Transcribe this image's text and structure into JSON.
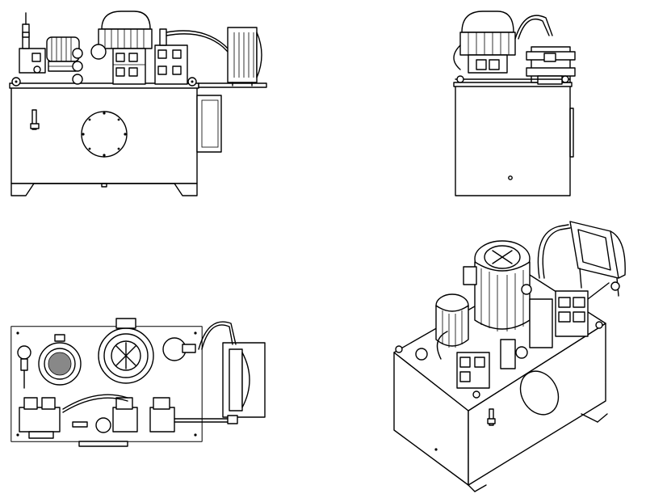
{
  "drawing": {
    "views": [
      {
        "id": "front",
        "name": "front-elevation-view"
      },
      {
        "id": "side",
        "name": "side-elevation-view"
      },
      {
        "id": "top",
        "name": "top-plan-view"
      },
      {
        "id": "iso",
        "name": "isometric-view"
      }
    ],
    "line_color": "#000000",
    "background_color": "#ffffff"
  }
}
